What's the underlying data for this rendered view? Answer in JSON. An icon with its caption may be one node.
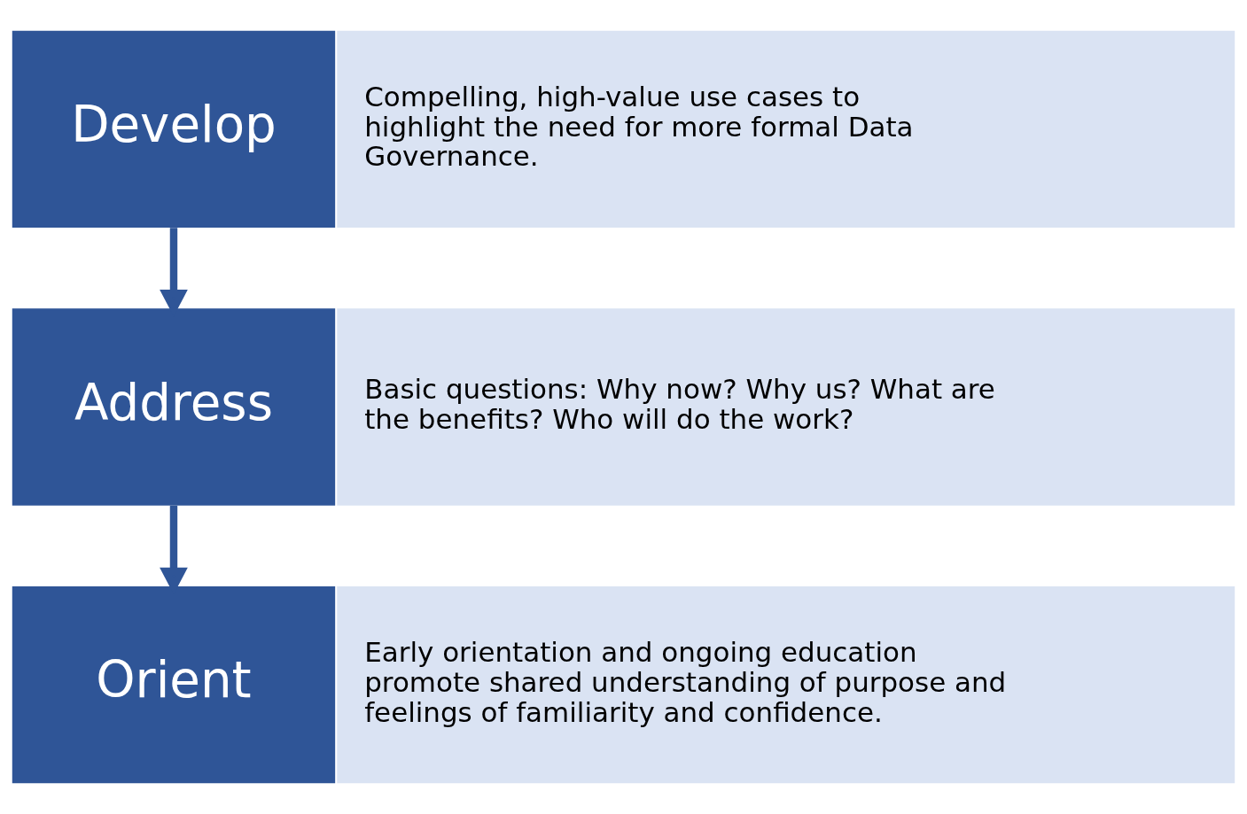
{
  "diagram": {
    "nodes": [
      {
        "text": [
          "Develop"
        ]
      },
      {
        "text": [
          "Compelling, high-value use cases to highlight the need for more formal Data Governance."
        ]
      },
      {
        "text": [
          "Address"
        ]
      },
      {
        "text": [
          "Basic questions: Why now? Why us? What are the benefits? Who will do the work?"
        ]
      },
      {
        "text": [
          "Orient"
        ]
      },
      {
        "text": [
          "Early orientation and ongoing education promote shared understanding of purpose and feelings of familiarity and confidence."
        ]
      }
    ],
    "edges": [
      {
        "from": 0,
        "to": 2,
        "arrow": "to"
      },
      {
        "from": 2,
        "to": 4,
        "arrow": "to"
      }
    ]
  }
}
